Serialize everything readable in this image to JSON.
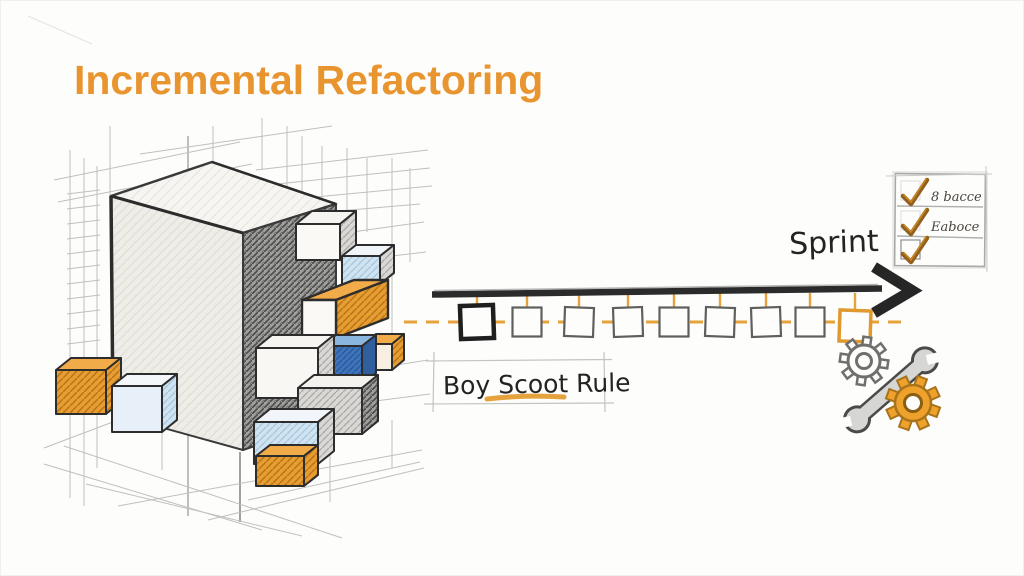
{
  "title": {
    "text": "Incremental Refactoring",
    "color": "#E8942F"
  },
  "diagram": {
    "building": {
      "description": "hand-sketched monolith cube with extracted module boxes",
      "module_colors": [
        "#EFA22B",
        "#3D74BD",
        "#CFE3F1",
        "#F1EFEB"
      ]
    },
    "timeline": {
      "sprint_label": "Sprint",
      "steps": [
        "current",
        "todo",
        "todo",
        "todo",
        "todo",
        "todo",
        "todo",
        "todo",
        "goal"
      ],
      "step_styles": {
        "current": {
          "stroke": "#1F1F1F",
          "width": 4.5,
          "size": 33
        },
        "todo": {
          "stroke": "#5F5F5D",
          "width": 2.2,
          "size": 29
        },
        "goal": {
          "stroke": "#E0992E",
          "width": 3.5,
          "size": 31
        }
      },
      "dash_color": "#E6A23C",
      "arrow_color": "#2B2B2B"
    },
    "boy_scout_rule": {
      "text": "Boy Scoot Rule",
      "underline_color": "#E6A23C"
    },
    "checklist": {
      "items": [
        "8 bacce",
        "Eaboce",
        ""
      ],
      "check_color": "#925F1E"
    },
    "tools": {
      "gear_gray": "#6F6F6D",
      "gear_orange": "#EFA22B",
      "wrench": "#D6D6D4"
    }
  }
}
